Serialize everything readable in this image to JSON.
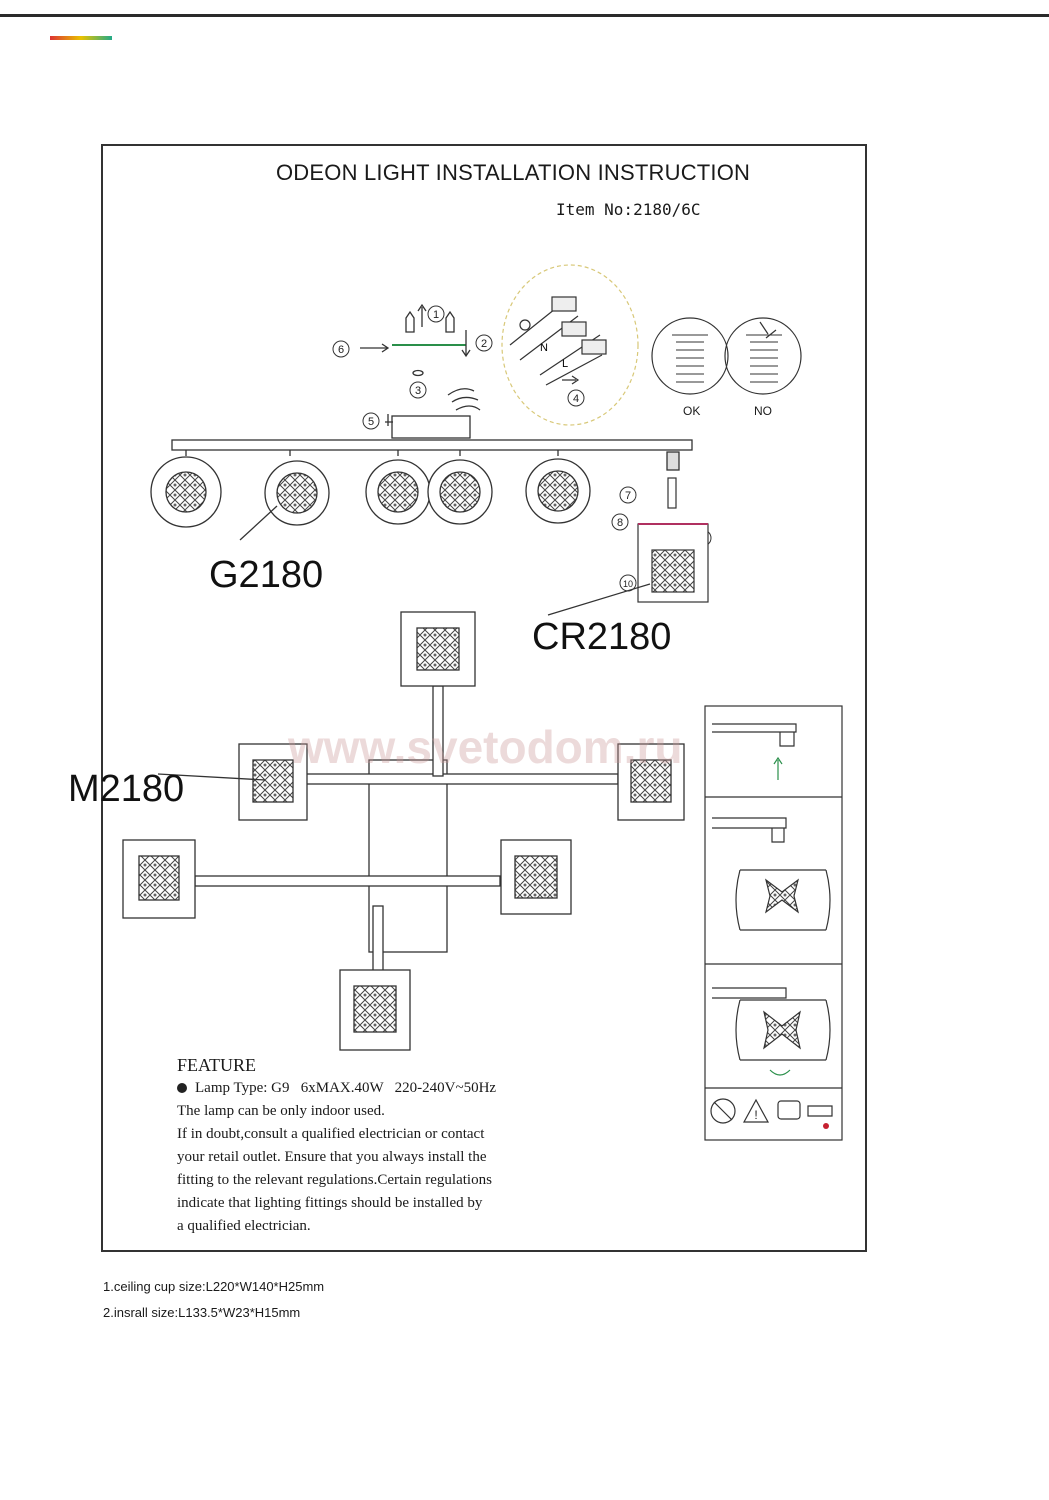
{
  "document": {
    "title": "ODEON LIGHT INSTALLATION INSTRUCTION",
    "item_no": "Item No:2180/6C"
  },
  "callouts": {
    "g_model": "G2180",
    "cr_model": "CR2180",
    "m_model": "M2180"
  },
  "steps": [
    "1",
    "2",
    "3",
    "4",
    "5",
    "6",
    "7",
    "8",
    "9",
    "10"
  ],
  "wire_labels": {
    "n": "N",
    "l": "L"
  },
  "check": {
    "ok": "OK",
    "no": "NO"
  },
  "watermark": "www.svetodom.ru",
  "feature": {
    "heading": "FEATURE",
    "lamp_type": "Lamp Type: G9   6xMAX.40W   220-240V~50Hz",
    "lines": [
      "The lamp can be only indoor used.",
      "If in doubt,consult a qualified electrician or contact",
      "your retail outlet. Ensure that you always install the",
      "fitting to the relevant regulations.Certain regulations",
      "indicate that lighting fittings should be installed by",
      "a qualified electrician."
    ]
  },
  "notes": [
    "1.ceiling cup size:L220*W140*H25mm",
    "2.insrall size:L133.5*W23*H15mm"
  ],
  "icons": [
    "crystal-shade-icon",
    "no-wet-cloth-icon",
    "warning-icon",
    "hot-surface-icon",
    "hand-wash-icon"
  ]
}
